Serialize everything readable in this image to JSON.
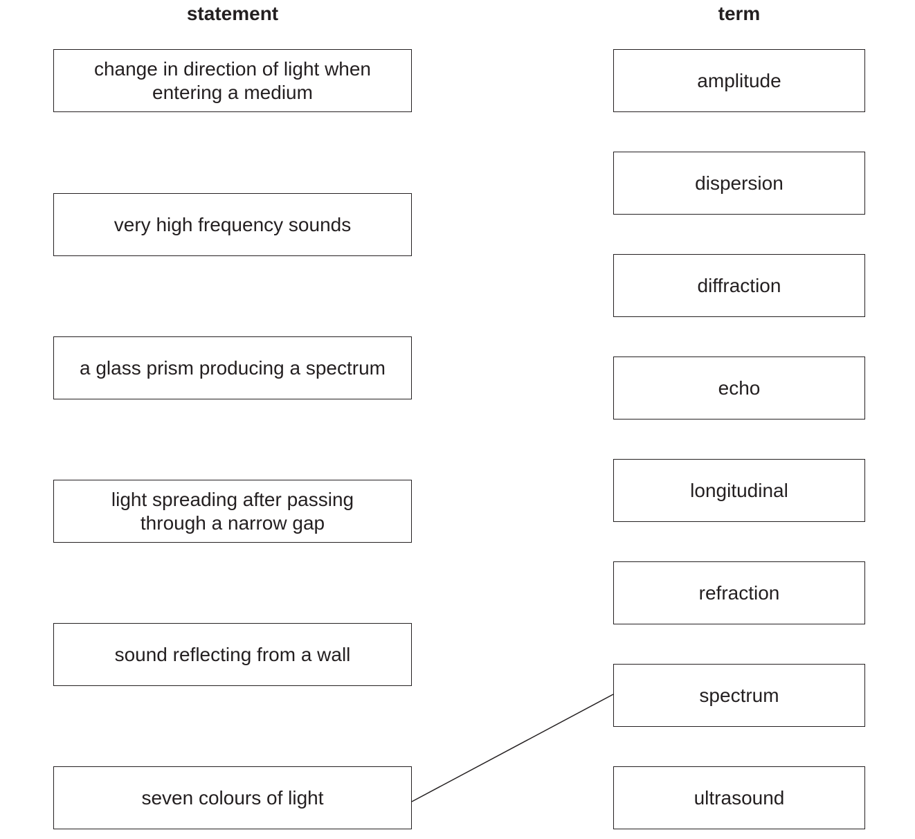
{
  "headings": {
    "statement": "statement",
    "term": "term"
  },
  "statements": [
    "change in direction of light when\nentering a medium",
    "very high frequency sounds",
    "a glass prism producing a spectrum",
    "light spreading after passing\nthrough a narrow gap",
    "sound reflecting from a wall",
    "seven colours of light"
  ],
  "terms": [
    "amplitude",
    "dispersion",
    "diffraction",
    "echo",
    "longitudinal",
    "refraction",
    "spectrum",
    "ultrasound"
  ],
  "links": [
    {
      "statement": "seven colours of light",
      "term": "spectrum"
    }
  ]
}
